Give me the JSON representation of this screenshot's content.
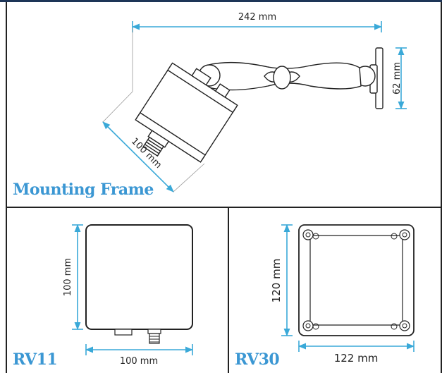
{
  "panels": {
    "mounting_frame": {
      "title": "Mounting Frame",
      "dims": {
        "width": "242 mm",
        "height": "62 mm",
        "diagonal": "100 mm"
      }
    },
    "rv11": {
      "title": "RV11",
      "dims": {
        "height": "100 mm",
        "width": "100 mm"
      }
    },
    "rv30": {
      "title": "RV30",
      "dims": {
        "height": "120 mm",
        "width": "122 mm"
      }
    }
  },
  "colors": {
    "accent": "#3b97d3",
    "dimension_line": "#3aa9d8",
    "outline": "#222222",
    "frame_bar": "#1d3557"
  }
}
